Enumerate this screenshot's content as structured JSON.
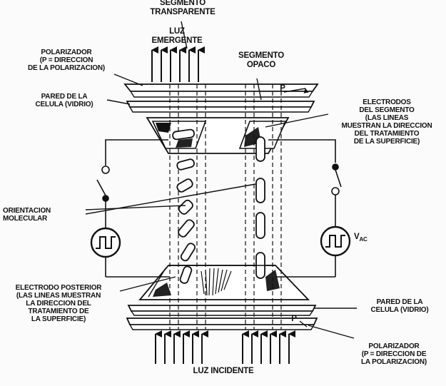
{
  "labels": {
    "segmento_transparente": "SEGMENTO\nTRANSPARENTE",
    "luz_emergente": "LUZ\nEMERGENTE",
    "segmento_opaco": "SEGMENTO\nOPACO",
    "polarizador_top": "POLARIZADOR\n(P = DIRECCION\nDE LA POLARIZACION)",
    "pared_top": "PARED DE LA\nCELULA (VIDRIO)",
    "electrodos_segmento": "ELECTRODOS\nDEL SEGMENTO\n(LAS LINEAS\nMUESTRAN LA DIRECCION\nDEL TRATAMIENTO\nDE LA SUPERFICIE)",
    "orientacion_molecular": "ORIENTACION\nMOLECULAR",
    "vac_main": "V",
    "vac_sub": "AC",
    "electrodo_posterior": "ELECTRODO POSTERIOR\n(LAS LINEAS MUESTRAN\nLA DIRECCION DEL\nTRATAMIENTO DE\nLA SUPERFICIE)",
    "pared_bottom": "PARED DE LA\nCELULA (VIDRIO)",
    "polarizador_bottom": "POLARIZADOR\n(P = DIRECCION DE\nLA POLARIZACION)",
    "luz_incidente": "LUZ   INCIDENTE",
    "p_top": "P",
    "p_bottom": "P"
  }
}
